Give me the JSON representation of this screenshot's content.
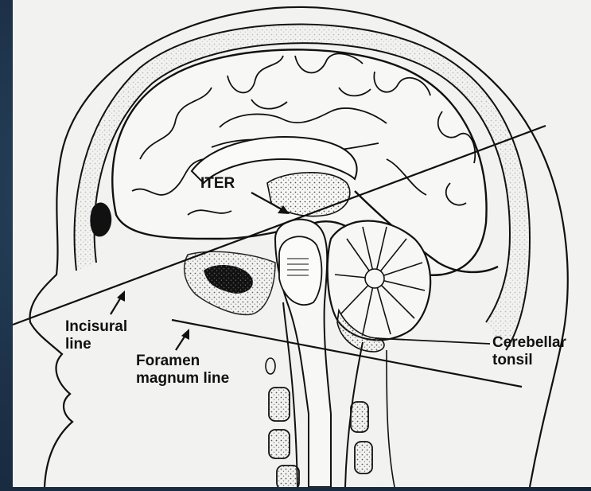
{
  "labels": {
    "iter": "ITER",
    "incisural_line_1": "Incisural",
    "incisural_line_2": "line",
    "foramen_line_1": "Foramen",
    "foramen_line_2": "magnum line",
    "tonsil_1": "Cerebellar",
    "tonsil_2": "tonsil"
  },
  "colors": {
    "background": "#1d3147",
    "paper": "#f2f2f0",
    "ink": "#111111",
    "stipple": "#8a8a8a"
  },
  "icons": {
    "arrow_iter": "arrow-icon",
    "arrow_incisural": "arrow-icon",
    "arrow_foramen": "arrow-icon"
  }
}
